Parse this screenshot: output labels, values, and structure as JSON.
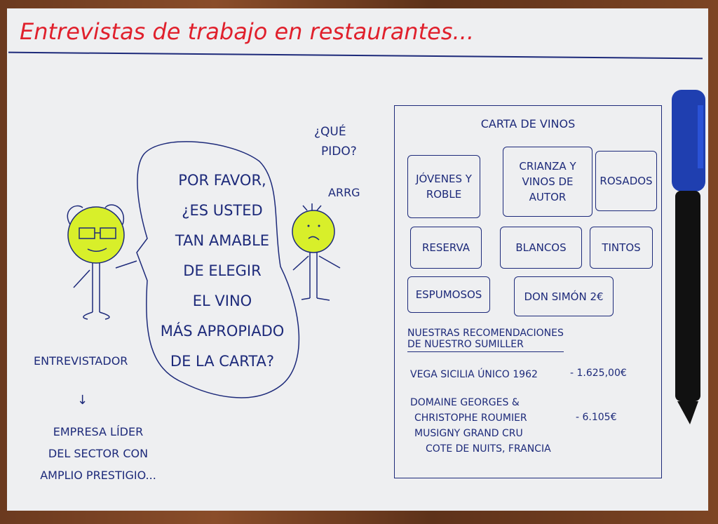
{
  "title": "Entrevistas de trabajo en restaurantes...",
  "speech_bubble": {
    "lines": [
      "POR FAVOR,",
      "¿ES USTED",
      "TAN AMABLE",
      "DE ELEGIR",
      "EL VINO",
      "MÁS APROPIADO",
      "DE LA CARTA?"
    ]
  },
  "candidate": {
    "thought_1": "¿QUÉ",
    "thought_2": "PIDO?",
    "exclamation": "ARRG"
  },
  "interviewer": {
    "label": "ENTREVISTADOR",
    "arrow": "↓",
    "note_lines": [
      "EMPRESA LÍDER",
      "DEL SECTOR CON",
      "AMPLIO PRESTIGIO..."
    ]
  },
  "wine_menu": {
    "title": "CARTA DE VINOS",
    "categories": [
      "JÓVENES Y ROBLE",
      "CRIANZA Y VINOS DE AUTOR",
      "ROSADOS",
      "RESERVA",
      "BLANCOS",
      "TINTOS",
      "ESPUMOSOS",
      "DON SIMÓN 2€"
    ],
    "recommendations_heading_1": "NUESTRAS RECOMENDACIONES",
    "recommendations_heading_2": "DE NUESTRO SUMILLER",
    "recommendations": [
      {
        "name_lines": [
          "VEGA SICILIA ÚNICO 1962"
        ],
        "price": "- 1.625,00€"
      },
      {
        "name_lines": [
          "DOMAINE GEORGES &",
          "CHRISTOPHE ROUMIER",
          "MUSIGNY GRAND CRU",
          "COTE DE NUITS, FRANCIA"
        ],
        "price": "- 6.105€"
      }
    ]
  },
  "colors": {
    "ink": "#1d2a7a",
    "title": "#e0202c",
    "face": "#d8ef2a",
    "pen": "#1f3fb0",
    "wood": "#6b3a1f"
  }
}
